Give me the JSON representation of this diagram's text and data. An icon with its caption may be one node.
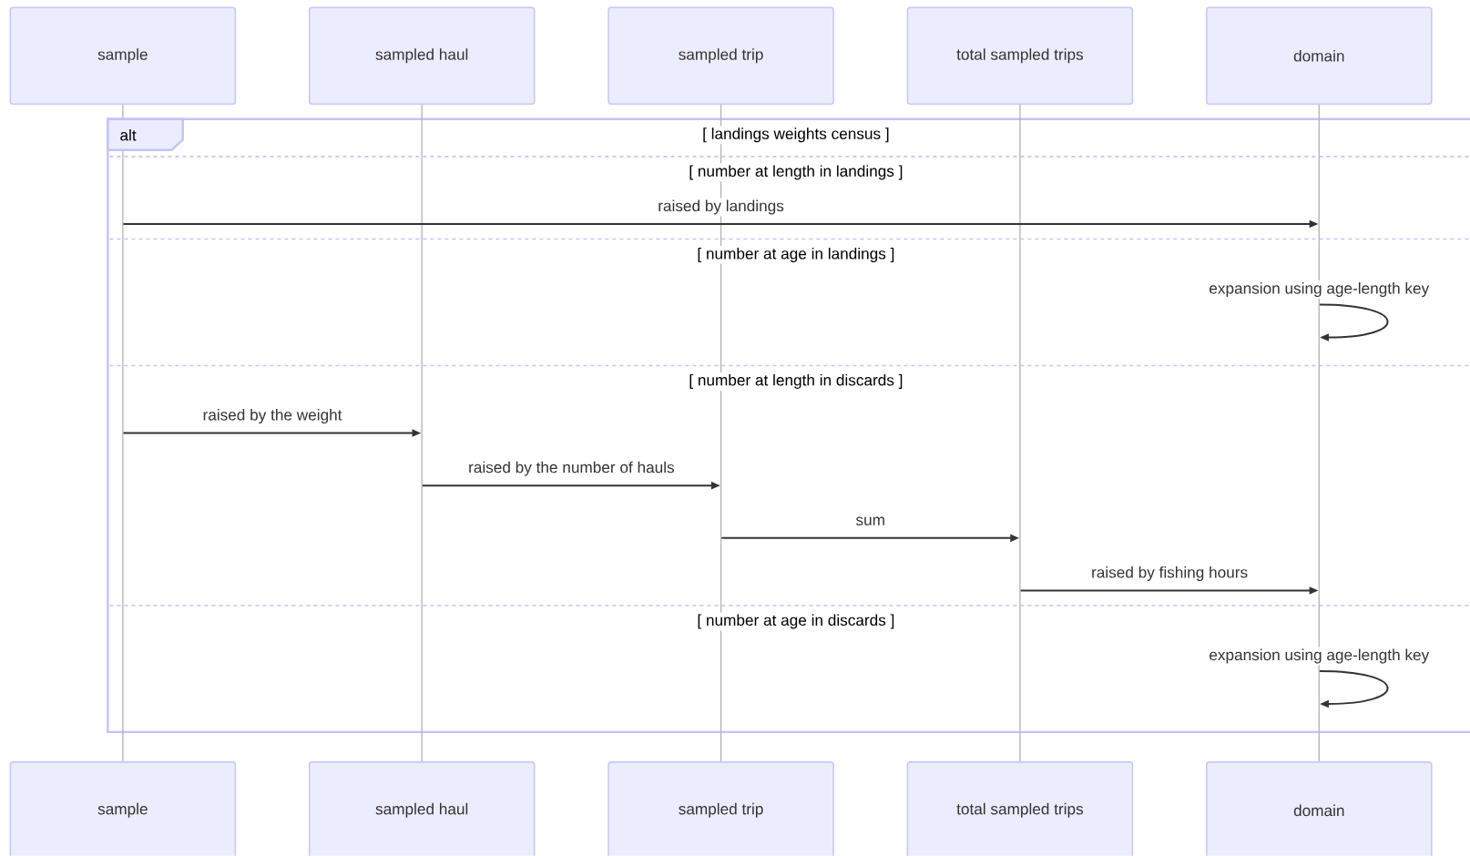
{
  "diagram": {
    "nodes": [
      {
        "text": [
          "sample"
        ]
      },
      {
        "text": [
          "sampled haul"
        ]
      },
      {
        "text": [
          "sampled trip"
        ]
      },
      {
        "text": [
          "total sampled trips"
        ]
      },
      {
        "text": [
          "domain"
        ]
      },
      {
        "text": [],
        "shape": "bar"
      },
      {
        "text": [],
        "shape": "bar"
      },
      {
        "text": [],
        "shape": "bar"
      },
      {
        "text": [],
        "shape": "bar"
      },
      {
        "text": [],
        "shape": "bar"
      },
      {
        "text": [
          "sample"
        ]
      },
      {
        "text": [
          "sampled haul"
        ]
      },
      {
        "text": [
          "sampled trip"
        ]
      },
      {
        "text": [
          "total sampled trips"
        ]
      },
      {
        "text": [
          "domain"
        ]
      }
    ],
    "edges": [
      {
        "from": 5,
        "to": 9,
        "arrow": "to",
        "label": "raised by landings"
      },
      {
        "from": 9,
        "to": 9,
        "arrow": "to",
        "label": "expansion using age-length key"
      },
      {
        "from": 5,
        "to": 6,
        "arrow": "to",
        "label": "raised by the weight"
      },
      {
        "from": 6,
        "to": 7,
        "arrow": "to",
        "label": "raised by the number of hauls"
      },
      {
        "from": 7,
        "to": 8,
        "arrow": "to",
        "label": "sum"
      },
      {
        "from": 8,
        "to": 9,
        "arrow": "to",
        "label": "raised by fishing hours"
      },
      {
        "from": 9,
        "to": 9,
        "arrow": "to",
        "label": "expansion using age-length key"
      }
    ],
    "labels": [
      "alt",
      "[ landings weights census ]",
      "[ number at length in landings ]",
      "[ number at age in landings ]",
      "[ number at length in discards ]",
      "[ number at age in discards ]"
    ]
  }
}
